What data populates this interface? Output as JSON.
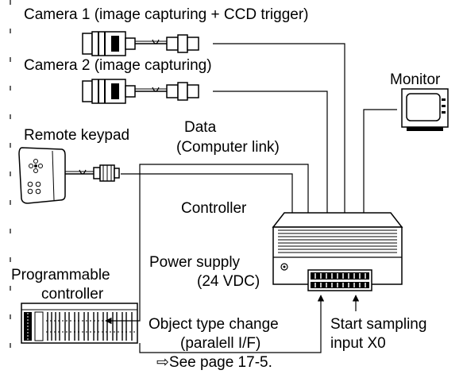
{
  "labels": {
    "camera1": "Camera 1 (image capturing + CCD trigger)",
    "camera2": "Camera 2 (image capturing)",
    "monitor": "Monitor",
    "remote_keypad": "Remote keypad",
    "data_line1": "Data",
    "data_line2": "(Computer link)",
    "controller": "Controller",
    "power_line1": "Power supply",
    "power_line2": "(24 VDC)",
    "plc_line1": "Programmable",
    "plc_line2": "controller",
    "object_line1": "Object type change",
    "object_line2": "(paralell I/F)",
    "see_page_arrow": "⇨",
    "see_page": "See page 17-5.",
    "start_line1": "Start sampling",
    "start_line2": "input X0"
  }
}
